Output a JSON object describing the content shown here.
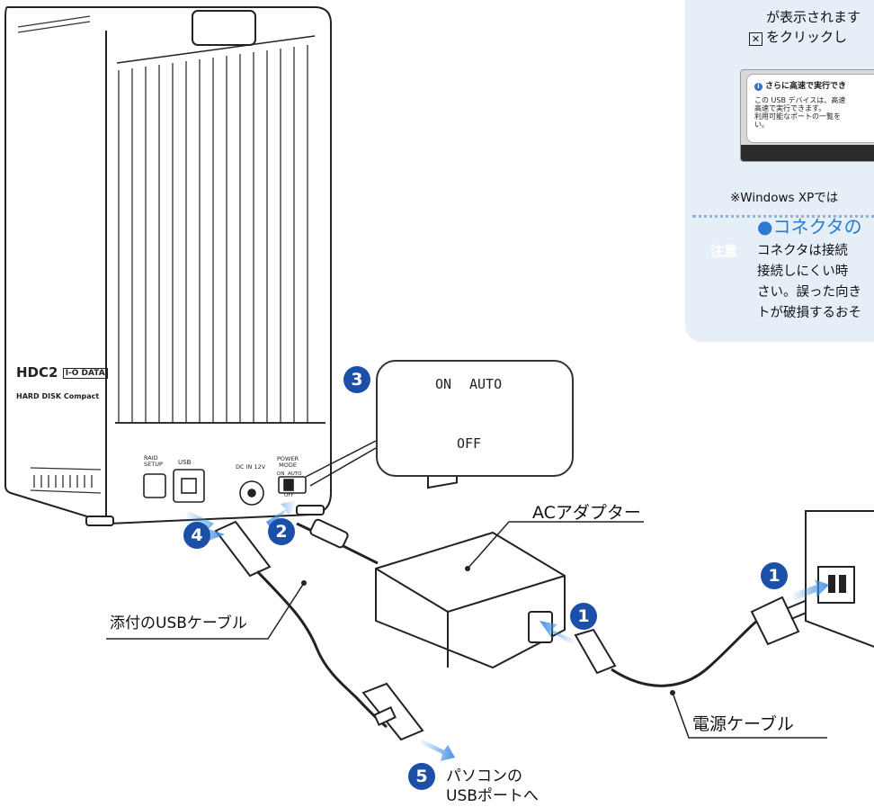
{
  "panel": {
    "line1": "が表示されます",
    "line2": "をクリックし",
    "dialog_title": "さらに高速で実行でき",
    "dialog_body": "この USB デバイスは、高速\n高速で実行できます。\n利用可能なポートの一覧を\nい。",
    "note": "※Windows XPでは",
    "caution_badge": "注意",
    "caution_title": "●コネクタの",
    "caution_body": "コネクタは接続\n接続しにくい時\nさい。誤った向き\nトが破損するおそ"
  },
  "device": {
    "brand": "HDC2",
    "brand_logo": "I-O DATA",
    "model": "HARD DISK Compact",
    "raid_label": "RAID\nSETUP",
    "usb_label": "USB",
    "dc_label": "DC IN 12V",
    "power_mode_label": "POWER\nMODE",
    "switch_mini": "ON  AUTO",
    "switch_mini_off": "OFF"
  },
  "switch_callout": {
    "on": "ON",
    "auto": "AUTO",
    "off": "OFF"
  },
  "labels": {
    "ac_adapter": "ACアダプター",
    "usb_cable": "添付のUSBケーブル",
    "power_cable": "電源ケーブル",
    "to_pc_line1": "パソコンの",
    "to_pc_line2": "USBポートへ"
  },
  "steps": {
    "s1a": "1",
    "s1b": "1",
    "s2": "2",
    "s3": "3",
    "s4": "4",
    "s5": "5"
  },
  "colors": {
    "step_badge": "#1b4fa8",
    "panel_bg": "#e6eef8",
    "caution_badge": "#2a7bd0",
    "arrow_blue": "#3d8ee0"
  }
}
